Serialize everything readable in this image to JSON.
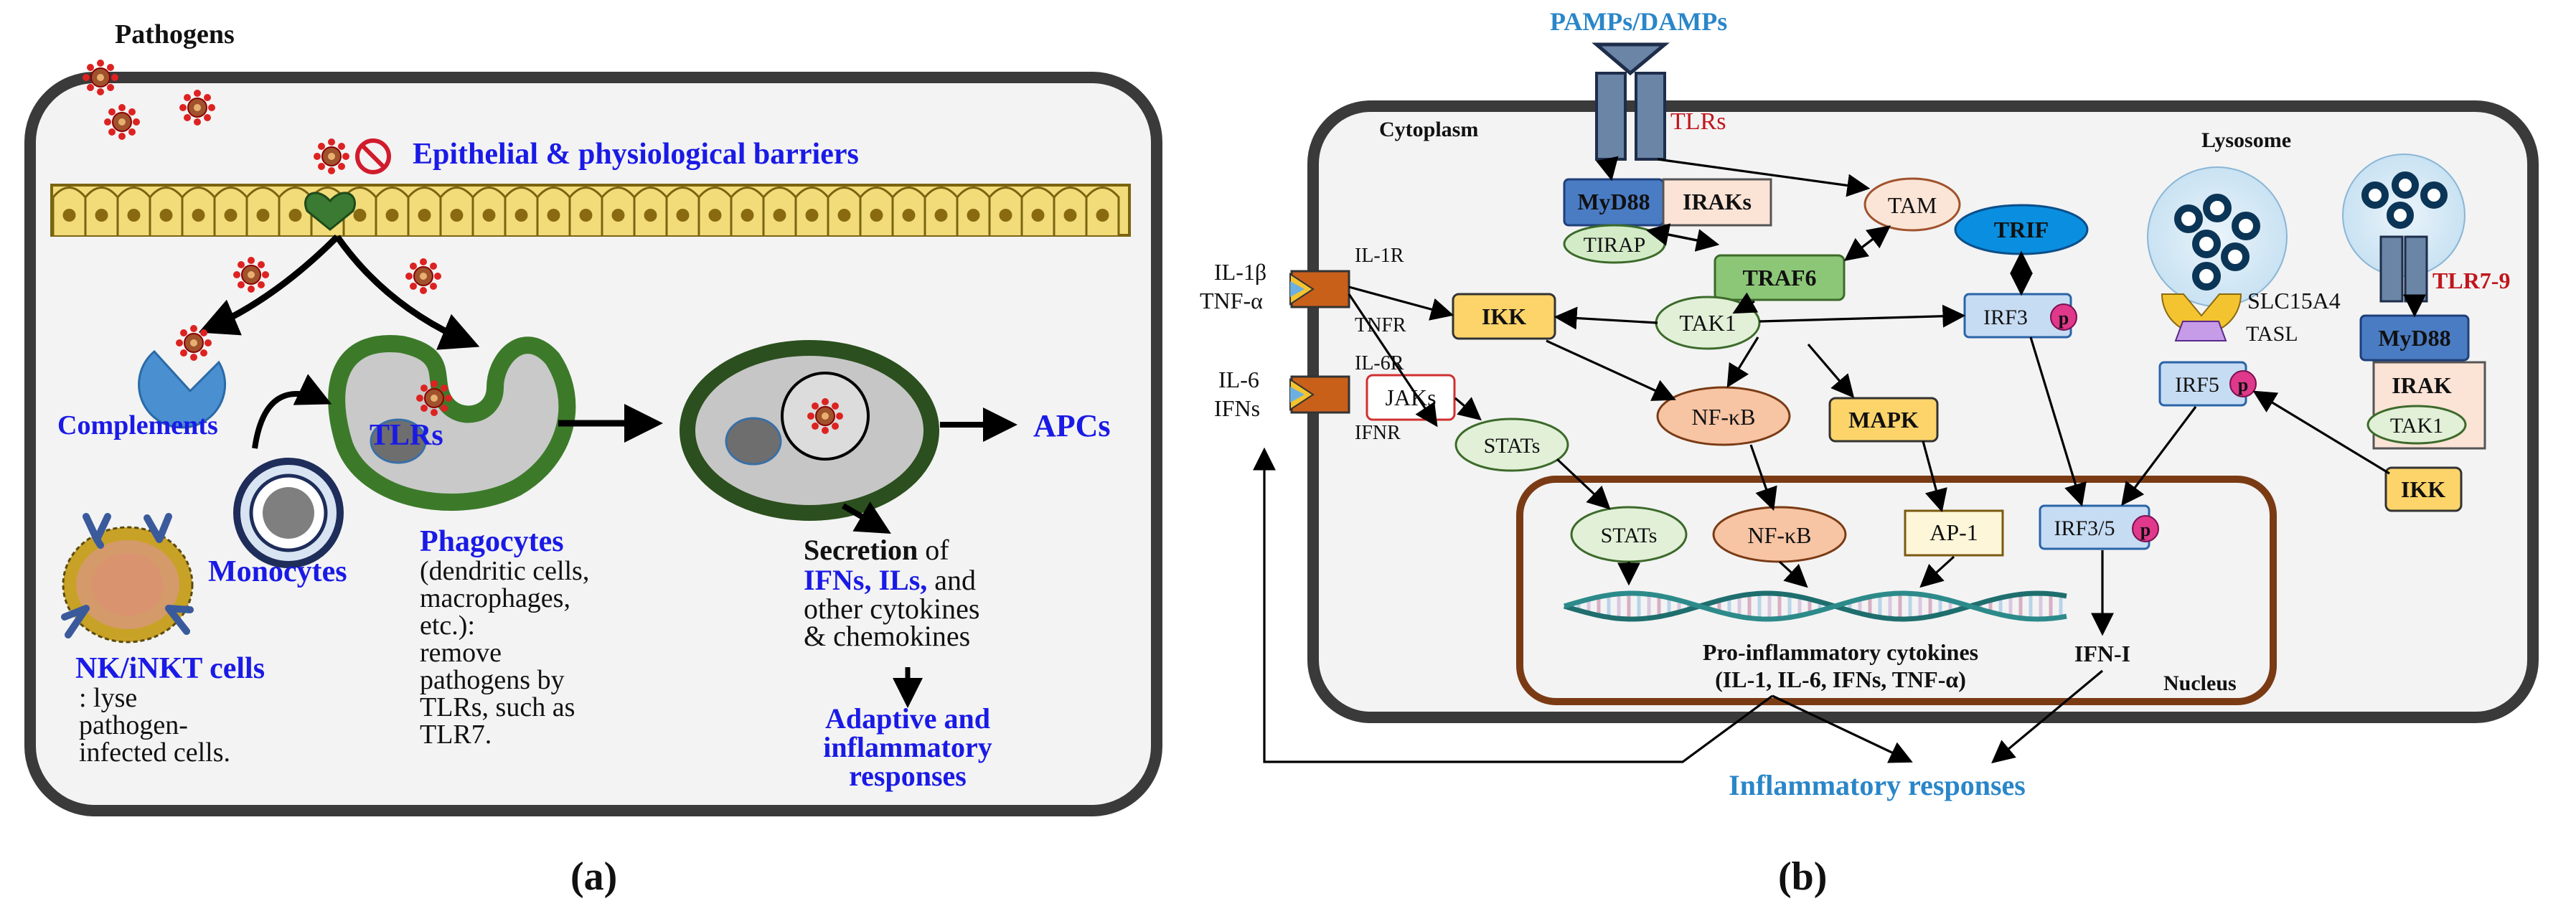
{
  "panel_a": {
    "pathogens_label": "Pathogens",
    "barrier_label": "Epithelial & physiological barriers",
    "complements_label": "Complements",
    "tlrs_label": "TLRs",
    "apcs_label": "APCs",
    "monocytes_label": "Monocytes",
    "phagocytes_title": "Phagocytes",
    "phagocytes_lines": [
      "(dendritic cells,",
      "macrophages,",
      "etc.):",
      "remove",
      "pathogens by",
      "TLRs, such as",
      "TLR7."
    ],
    "nk_title": "NK/iNKT cells",
    "nk_lines": [
      ": lyse",
      "pathogen-",
      "infected cells."
    ],
    "secretion_bold": "Secretion",
    "secretion_of": " of",
    "secretion_ifns": "IFNs, ILs,",
    "secretion_and": " and",
    "secretion_lines": [
      "other cytokines",
      "& chemokines"
    ],
    "adaptive_lines": [
      "Adaptive and",
      "inflammatory",
      "responses"
    ],
    "caption": "(a)"
  },
  "panel_b": {
    "pamps": "PAMPs/DAMPs",
    "tlrs": "TLRs",
    "cytoplasm": "Cytoplasm",
    "lysosome": "Lysosome",
    "tlr79": "TLR7-9",
    "myd88": "MyD88",
    "irak_s": "IRAKs",
    "tam": "TAM",
    "trif": "TRIF",
    "tirap": "TIRAP",
    "traf6": "TRAF6",
    "tak1": "TAK1",
    "ikk": "IKK",
    "irf3": "IRF3",
    "p": "p",
    "nfkb": "NF-κB",
    "mapk": "MAPK",
    "jaks": "JAKs",
    "stats": "STATs",
    "ap1": "AP-1",
    "irf35": "IRF3/5",
    "irf5": "IRF5",
    "slc15a4": "SLC15A4",
    "tasl": "TASL",
    "myd88_r": "MyD88",
    "irak": "IRAK",
    "tak1_r": "TAK1",
    "ikk_r": "IKK",
    "il1r": "IL-1R",
    "tnfr": "TNFR",
    "il6r": "IL-6R",
    "ifnr": "IFNR",
    "il1b": "IL-1β",
    "tnfa": "TNF-α",
    "il6": "IL-6",
    "ifns": "IFNs",
    "cytokines1": "Pro-inflammatory cytokines",
    "cytokines2": "(IL-1,  IL-6, IFNs, TNF-α)",
    "ifn1": "IFN-I",
    "nucleus": "Nucleus",
    "inflammatory": "Inflammatory responses",
    "caption": "(b)"
  },
  "colors": {
    "blue_text": "#1a1ae6",
    "light_blue_text": "#2a86c8",
    "red_text": "#c0161c",
    "cell_border": "#3a3a3a",
    "cell_fill": "#f3f3f3",
    "nucleus_border": "#7a3b14"
  }
}
